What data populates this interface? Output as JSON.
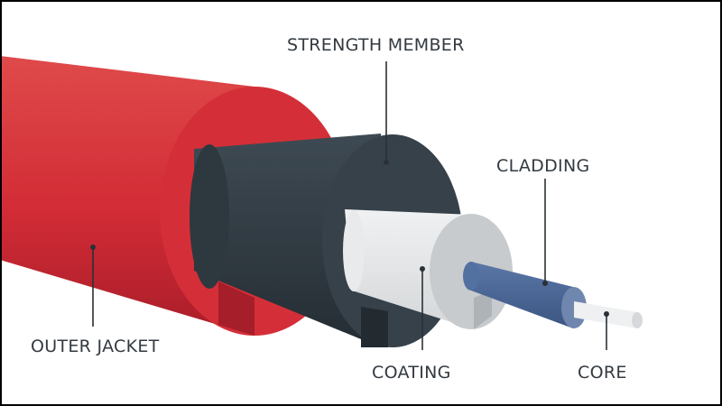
{
  "labels": {
    "strength_member": "STRENGTH MEMBER",
    "cladding": "CLADDING",
    "outer_jacket": "OUTER JACKET",
    "coating": "COATING",
    "core": "CORE"
  },
  "colors": {
    "jacket": "#d6303a",
    "jacket_dark": "#a81f2a",
    "jacket_face": "#d22c36",
    "strength": "#37424b",
    "strength_dark": "#262f36",
    "coating": "#e6e7e8",
    "coating_face": "#c5c9cc",
    "cladding": "#4d6a9a",
    "cladding_face": "#6e86ad",
    "core": "#f1f2f3",
    "core_face": "#d9dcde",
    "label_text": "#333a40",
    "leader_line": "#2a3036"
  }
}
